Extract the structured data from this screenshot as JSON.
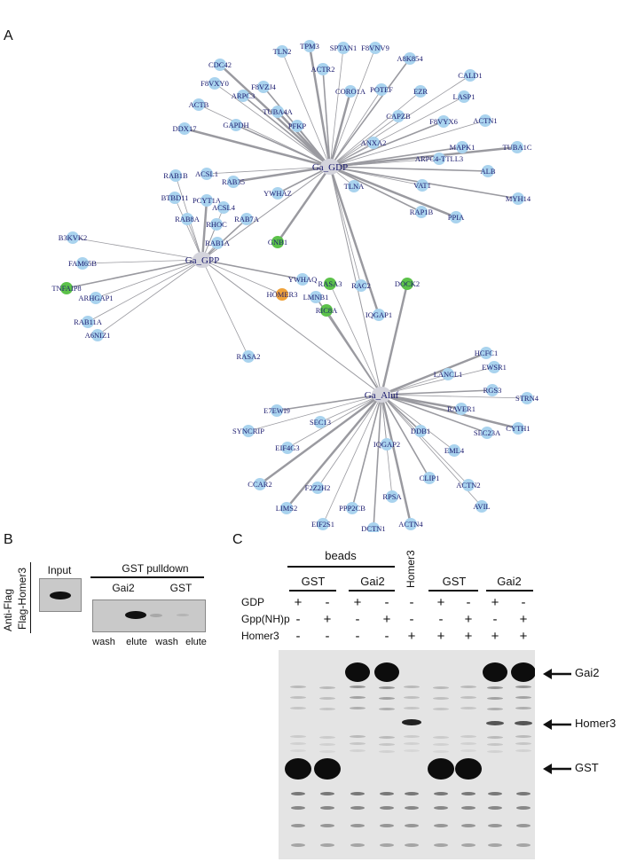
{
  "panels": {
    "a": "A",
    "b": "B",
    "c": "C"
  },
  "network": {
    "hubs": [
      {
        "id": "gdp",
        "label": "Ga_GDP"
      },
      {
        "id": "gpp",
        "label": "Ga_GPP"
      },
      {
        "id": "aluf",
        "label": "Ga_Aluf"
      }
    ],
    "nodes": [
      {
        "label": "TPM3"
      },
      {
        "label": "SPTAN1"
      },
      {
        "label": "F8VNV9"
      },
      {
        "label": "A8K854"
      },
      {
        "label": "TLN2"
      },
      {
        "label": "CDC42"
      },
      {
        "label": "ACTR2"
      },
      {
        "label": "CALD1"
      },
      {
        "label": "F8VXY0"
      },
      {
        "label": "F8VZJ4"
      },
      {
        "label": "CORO1A"
      },
      {
        "label": "POTEF"
      },
      {
        "label": "ARPC3"
      },
      {
        "label": "EZR"
      },
      {
        "label": "LASP1"
      },
      {
        "label": "TUBA4A"
      },
      {
        "label": "CAPZB"
      },
      {
        "label": "ACTB"
      },
      {
        "label": "F8VYX6"
      },
      {
        "label": "ACTN1"
      },
      {
        "label": "DDX17"
      },
      {
        "label": "GAPDH"
      },
      {
        "label": "PFKP"
      },
      {
        "label": "ANXA2"
      },
      {
        "label": "MAPK1"
      },
      {
        "label": "TUBA1C"
      },
      {
        "label": "ARPC4-TTLL3"
      },
      {
        "label": "ALB"
      },
      {
        "label": "RAB1B"
      },
      {
        "label": "ACSL1"
      },
      {
        "label": "RAB35"
      },
      {
        "label": "TLNA"
      },
      {
        "label": "VAT1"
      },
      {
        "label": "MYH14"
      },
      {
        "label": "BTBD11"
      },
      {
        "label": "PCYT1A"
      },
      {
        "label": "YWHAZ"
      },
      {
        "label": "RAB8A"
      },
      {
        "label": "ACSL4"
      },
      {
        "label": "RAP1B"
      },
      {
        "label": "PPIA"
      },
      {
        "label": "RHOC"
      },
      {
        "label": "RAB7A"
      },
      {
        "label": "B3KVK2"
      },
      {
        "label": "RAB1A"
      },
      {
        "label": "GNB1"
      },
      {
        "label": "RAC2"
      },
      {
        "label": "FAM65B"
      },
      {
        "label": "YWHAQ"
      },
      {
        "label": "RASA3"
      },
      {
        "label": "DOCK2"
      },
      {
        "label": "TNFAIP8"
      },
      {
        "label": "ARHGAP1"
      },
      {
        "label": "HOMER3"
      },
      {
        "label": "LMNB1"
      },
      {
        "label": "IQGAP1"
      },
      {
        "label": "RAB11A"
      },
      {
        "label": "RIC8A"
      },
      {
        "label": "A6NIZ1"
      },
      {
        "label": "RASA2"
      },
      {
        "label": "HCFC1"
      },
      {
        "label": "LANCL1"
      },
      {
        "label": "EWSR1"
      },
      {
        "label": "RGS3"
      },
      {
        "label": "STRN4"
      },
      {
        "label": "RAVER1"
      },
      {
        "label": "E7EWI9"
      },
      {
        "label": "SYNCRIP"
      },
      {
        "label": "SEC13"
      },
      {
        "label": "SEC23A"
      },
      {
        "label": "CYTH1"
      },
      {
        "label": "EIF4G3"
      },
      {
        "label": "DDB1"
      },
      {
        "label": "EML4"
      },
      {
        "label": "IQGAP2"
      },
      {
        "label": "CCAR2"
      },
      {
        "label": "F2Z2H2"
      },
      {
        "label": "ACTN2"
      },
      {
        "label": "CLIP1"
      },
      {
        "label": "AVIL"
      },
      {
        "label": "LIMS2"
      },
      {
        "label": "PPP2CB"
      },
      {
        "label": "RPSA"
      },
      {
        "label": "EIF2S1"
      },
      {
        "label": "DCTN1"
      },
      {
        "label": "ACTN4"
      }
    ],
    "node_colors": {
      "default": "#a9d3ee",
      "highlight": "#5cc24a",
      "homer": "#f0a23a",
      "hub": "#d4d4dc",
      "edge": "#9a9aa0",
      "label": "#1a1a6e"
    }
  },
  "panel_b": {
    "y_labels": [
      "Anti-Flag",
      "Flag-Homer3"
    ],
    "input_label": "Input",
    "pulldown_label": "GST pulldown",
    "groups": [
      "Gai2",
      "GST"
    ],
    "lanes": [
      "wash",
      "elute",
      "wash",
      "elute"
    ]
  },
  "panel_c": {
    "beads_label": "beads",
    "homer3_header": "Homer3",
    "group_headers": [
      "GST",
      "Gai2",
      "GST",
      "Gai2"
    ],
    "row_labels": [
      "GDP",
      "Gpp(NH)p",
      "Homer3"
    ],
    "rows": [
      [
        "+",
        "-",
        "+",
        "-",
        "-",
        "+",
        "-",
        "+",
        "-"
      ],
      [
        "-",
        "+",
        "-",
        "+",
        "-",
        "-",
        "+",
        "-",
        "+"
      ],
      [
        "-",
        "-",
        "-",
        "-",
        "+",
        "+",
        "+",
        "+",
        "+"
      ]
    ],
    "band_labels": [
      "Gai2",
      "Homer3",
      "GST"
    ]
  }
}
